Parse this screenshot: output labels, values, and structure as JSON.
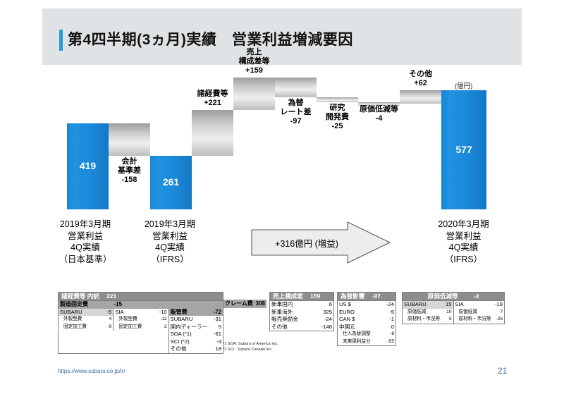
{
  "header": {
    "title": "第4四半期(3ヵ月)実績　営業利益増減要因",
    "accent_color": "#2e9bd6",
    "band_color": "#dfe3e6"
  },
  "chart_meta": {
    "unit_note": "(億円)",
    "blue_color": "#1b8ada",
    "gray_color": "#c9c9c9",
    "arrow_label": "+316億円 (増益)",
    "start_caption": "2019年3月期\n営業利益\n4Q実績\n（日本基準）",
    "mid_caption": "2019年3月期\n営業利益\n4Q実績\n（IFRS）",
    "end_caption": "2020年3月期\n営業利益\n4Q実績\n（IFRS）",
    "start_caption_lines": [
      "2019年3月期",
      "営業利益",
      "4Q実績",
      "（日本基準）"
    ],
    "mid_caption_lines": [
      "2019年3月期",
      "営業利益",
      "4Q実績",
      "（IFRS）"
    ],
    "end_caption_lines": [
      "2020年3月期",
      "営業利益",
      "4Q実績",
      "（IFRS）"
    ]
  },
  "chart_data": {
    "type": "bar",
    "title": "第4四半期(3ヵ月)実績　営業利益増減要因",
    "subtitle": "",
    "xlabel": "",
    "ylabel": "営業利益 (億円)",
    "unit": "億円",
    "grid": false,
    "legend": "none",
    "ylim": [
      0,
      640
    ],
    "categories": [
      "2019年3月期 営業利益 4Q実績（日本基準）",
      "会計基準差",
      "2019年3月期 営業利益 4Q実績（IFRS）",
      "諸経費等",
      "売上構成差等",
      "為替レート差",
      "研究開発費",
      "原価低減等",
      "その他",
      "2020年3月期 営業利益 4Q実績（IFRS）"
    ],
    "values": [
      419,
      -158,
      261,
      221,
      159,
      -97,
      -25,
      -4,
      62,
      577
    ],
    "labels": [
      "419",
      "-158",
      "261",
      "+221",
      "+159",
      "-97",
      "-25",
      "-4",
      "+62",
      "577"
    ],
    "bar_kinds": [
      "total",
      "delta",
      "total",
      "delta",
      "delta",
      "delta",
      "delta",
      "delta",
      "delta",
      "total"
    ],
    "segment_names": [
      "",
      "会計\n基準差",
      "",
      "諸経費等",
      "売上\n構成差等",
      "為替\nレート差",
      "研究\n開発費",
      "原価低減等",
      "その他",
      ""
    ],
    "running_totals": [
      419,
      261,
      261,
      482,
      641,
      544,
      519,
      515,
      577,
      577
    ],
    "net_change": 316,
    "net_change_label": "+316億円 (増益)"
  },
  "tables": {
    "expenses": {
      "title": "諸経費等 内訳",
      "total": "221",
      "groups": [
        {
          "name": "製造固定費",
          "value": "-15",
          "columns": [
            {
              "rows": [
                {
                  "name": "SUBARU",
                  "value": "-5",
                  "level": 0
                },
                {
                  "name": "外製型費",
                  "value": "4",
                  "level": 1
                },
                {
                  "name": "固定加工費",
                  "value": "-9",
                  "level": 1
                }
              ]
            },
            {
              "rows": [
                {
                  "name": "SIA",
                  "value": "-10",
                  "level": 0
                },
                {
                  "name": "外製型費",
                  "value": "-12",
                  "level": 1
                },
                {
                  "name": "固定加工費",
                  "value": "2",
                  "level": 1
                }
              ]
            }
          ]
        },
        {
          "name": "販管費",
          "value": "-72",
          "columns": [
            {
              "rows": [
                {
                  "name": "SUBARU",
                  "value": "-31",
                  "level": 0
                },
                {
                  "name": "国内ディーラー",
                  "value": "5",
                  "level": 0
                },
                {
                  "name": "SOA (*1)",
                  "value": "-61",
                  "level": 0
                },
                {
                  "name": "SCI (*2)",
                  "value": "-3",
                  "level": 0
                },
                {
                  "name": "その他",
                  "value": "18",
                  "level": 0
                }
              ]
            }
          ]
        },
        {
          "name": "クレーム費",
          "value": "308",
          "columns": []
        }
      ],
      "footnotes": [
        "*1 SOA: Subaru of America Inc.",
        "*2 SCI : Subaru Canada Inc."
      ]
    },
    "sales_mix": {
      "title": "売上構成差",
      "total": "159",
      "rows": [
        {
          "name": "新車国内",
          "value": "6"
        },
        {
          "name": "新車海外",
          "value": "325"
        },
        {
          "name": "販売奨励金",
          "value": "-24"
        },
        {
          "name": "その他",
          "value": "-148"
        }
      ]
    },
    "fx": {
      "title": "為替影響",
      "total": "-97",
      "rows": [
        {
          "name": "US $",
          "value": "-24"
        },
        {
          "name": "EURO",
          "value": "-9"
        },
        {
          "name": "CAN $",
          "value": "-1"
        },
        {
          "name": "中国元",
          "value": "0"
        },
        {
          "name": "仕入為替調整",
          "value": "-8"
        },
        {
          "name": "未実現利益分",
          "value": "-55"
        }
      ]
    },
    "cost_reduction": {
      "title": "原価低減等",
      "total": "-4",
      "columns": [
        {
          "rows": [
            {
              "name": "SUBARU",
              "value": "15",
              "level": 0
            },
            {
              "name": "原価低減",
              "value": "10",
              "level": 1
            },
            {
              "name": "原材料・市況等",
              "value": "5",
              "level": 1
            }
          ]
        },
        {
          "rows": [
            {
              "name": "SIA",
              "value": "-19",
              "level": 0
            },
            {
              "name": "原価低減",
              "value": "7",
              "level": 1
            },
            {
              "name": "原材料・市況等",
              "value": "-26",
              "level": 1
            }
          ]
        }
      ]
    }
  },
  "footer": {
    "url": "https://www.subaru.co.jp/ir/",
    "page_number": "21"
  }
}
